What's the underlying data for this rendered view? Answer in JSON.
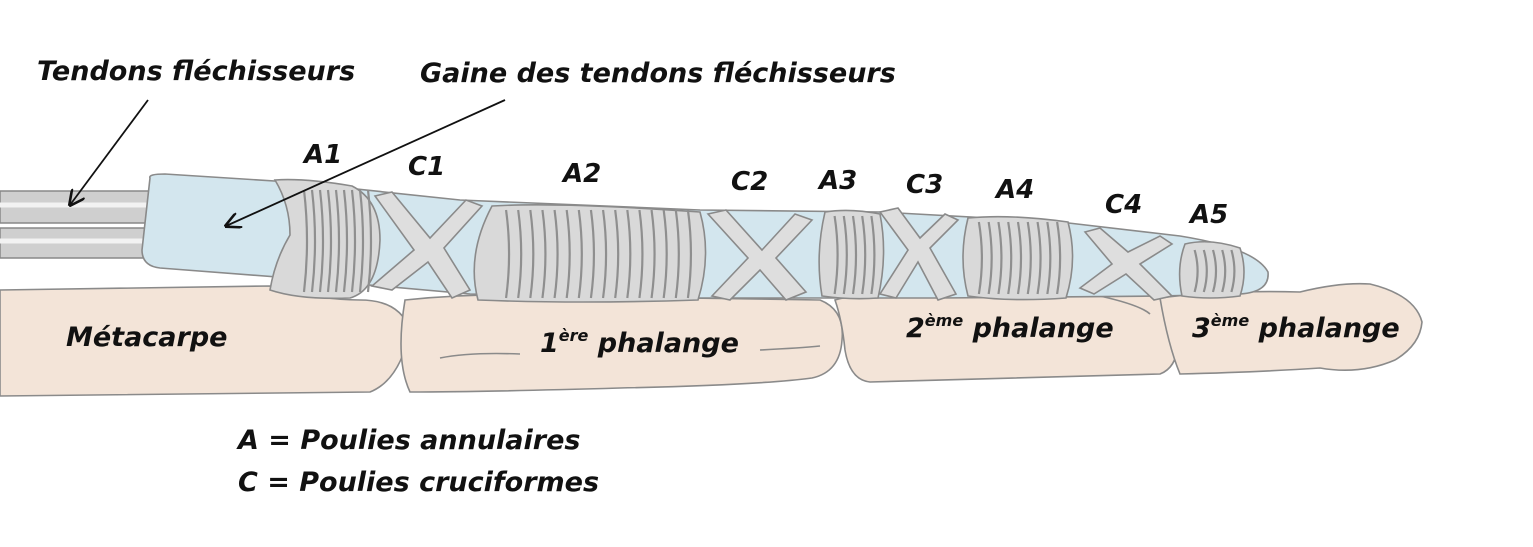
{
  "labels": {
    "tendons": "Tendons fléchisseurs",
    "sheath": "Gaine des tendons fléchisseurs",
    "metacarpe": "Métacarpe",
    "phalange1": {
      "num": "1",
      "sup": "ère",
      "word": " phalange"
    },
    "phalange2": {
      "num": "2",
      "sup": "ème",
      "word": " phalange"
    },
    "phalange3": {
      "num": "3",
      "sup": "ème",
      "word": " phalange"
    }
  },
  "pulleys": {
    "A1": "A1",
    "C1": "C1",
    "A2": "A2",
    "C2": "C2",
    "A3": "A3",
    "C3": "C3",
    "A4": "A4",
    "C4": "C4",
    "A5": "A5"
  },
  "legend": {
    "line1": "A = Poulies annulaires",
    "line2": "C = Poulies cruciformes"
  },
  "colors": {
    "bone": "#f3e4d8",
    "sheath": "#d3e6ee",
    "pulley": "#d9d9d9",
    "tendon": "#cfcfcf",
    "outline": "#8a8a8a"
  }
}
